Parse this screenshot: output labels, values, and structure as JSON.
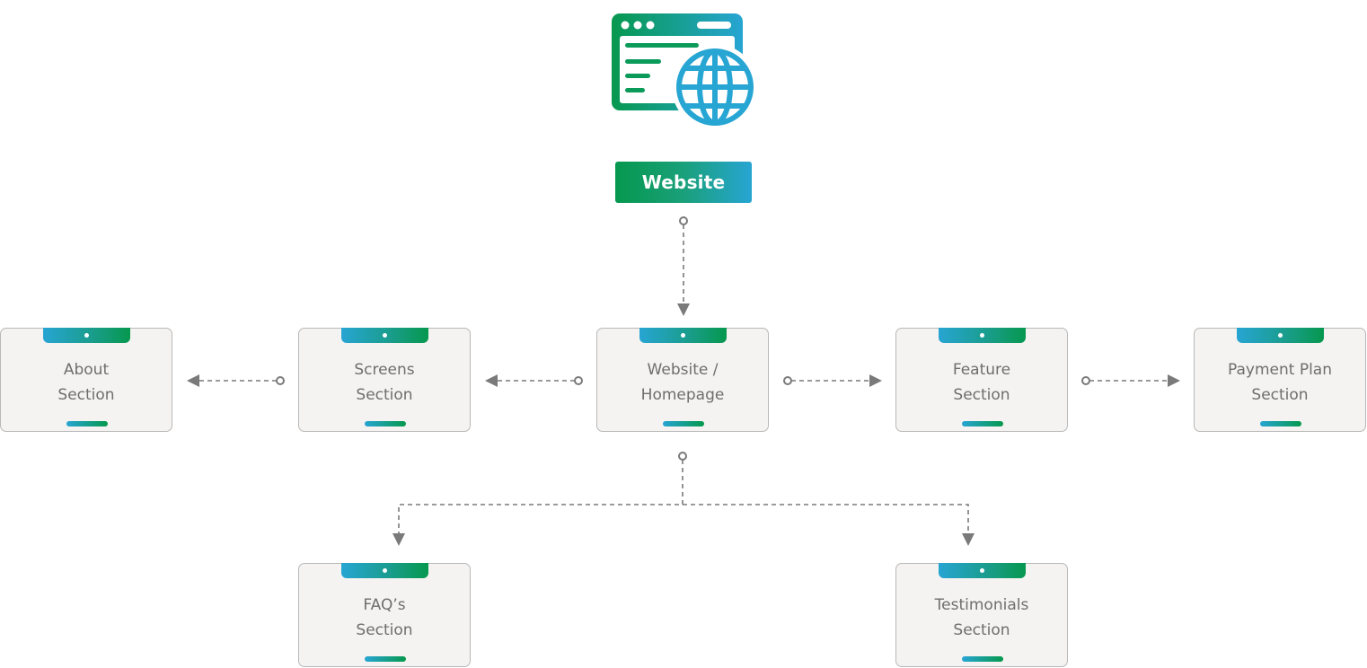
{
  "root": {
    "label": "Website",
    "icon": "website-globe-icon"
  },
  "nodes": {
    "about": {
      "line1": "About",
      "line2": "Section"
    },
    "screens": {
      "line1": "Screens",
      "line2": "Section"
    },
    "homepage": {
      "line1": "Website /",
      "line2": "Homepage"
    },
    "feature": {
      "line1": "Feature",
      "line2": "Section"
    },
    "payment": {
      "line1": "Payment Plan",
      "line2": "Section"
    },
    "faq": {
      "line1": "FAQ’s",
      "line2": "Section"
    },
    "testimonials": {
      "line1": "Testimonials",
      "line2": "Section"
    }
  },
  "edges": [
    {
      "from": "root",
      "to": "homepage"
    },
    {
      "from": "homepage",
      "to": "screens"
    },
    {
      "from": "screens",
      "to": "about"
    },
    {
      "from": "homepage",
      "to": "feature"
    },
    {
      "from": "feature",
      "to": "payment"
    },
    {
      "from": "homepage",
      "to": "faq"
    },
    {
      "from": "homepage",
      "to": "testimonials"
    }
  ],
  "colors": {
    "green": "#06984e",
    "blue": "#27a5d3",
    "card_fill": "#f5f3f2",
    "card_border": "#b8b8b8",
    "connector": "#7a7a7a",
    "text": "#6e6e6e"
  }
}
